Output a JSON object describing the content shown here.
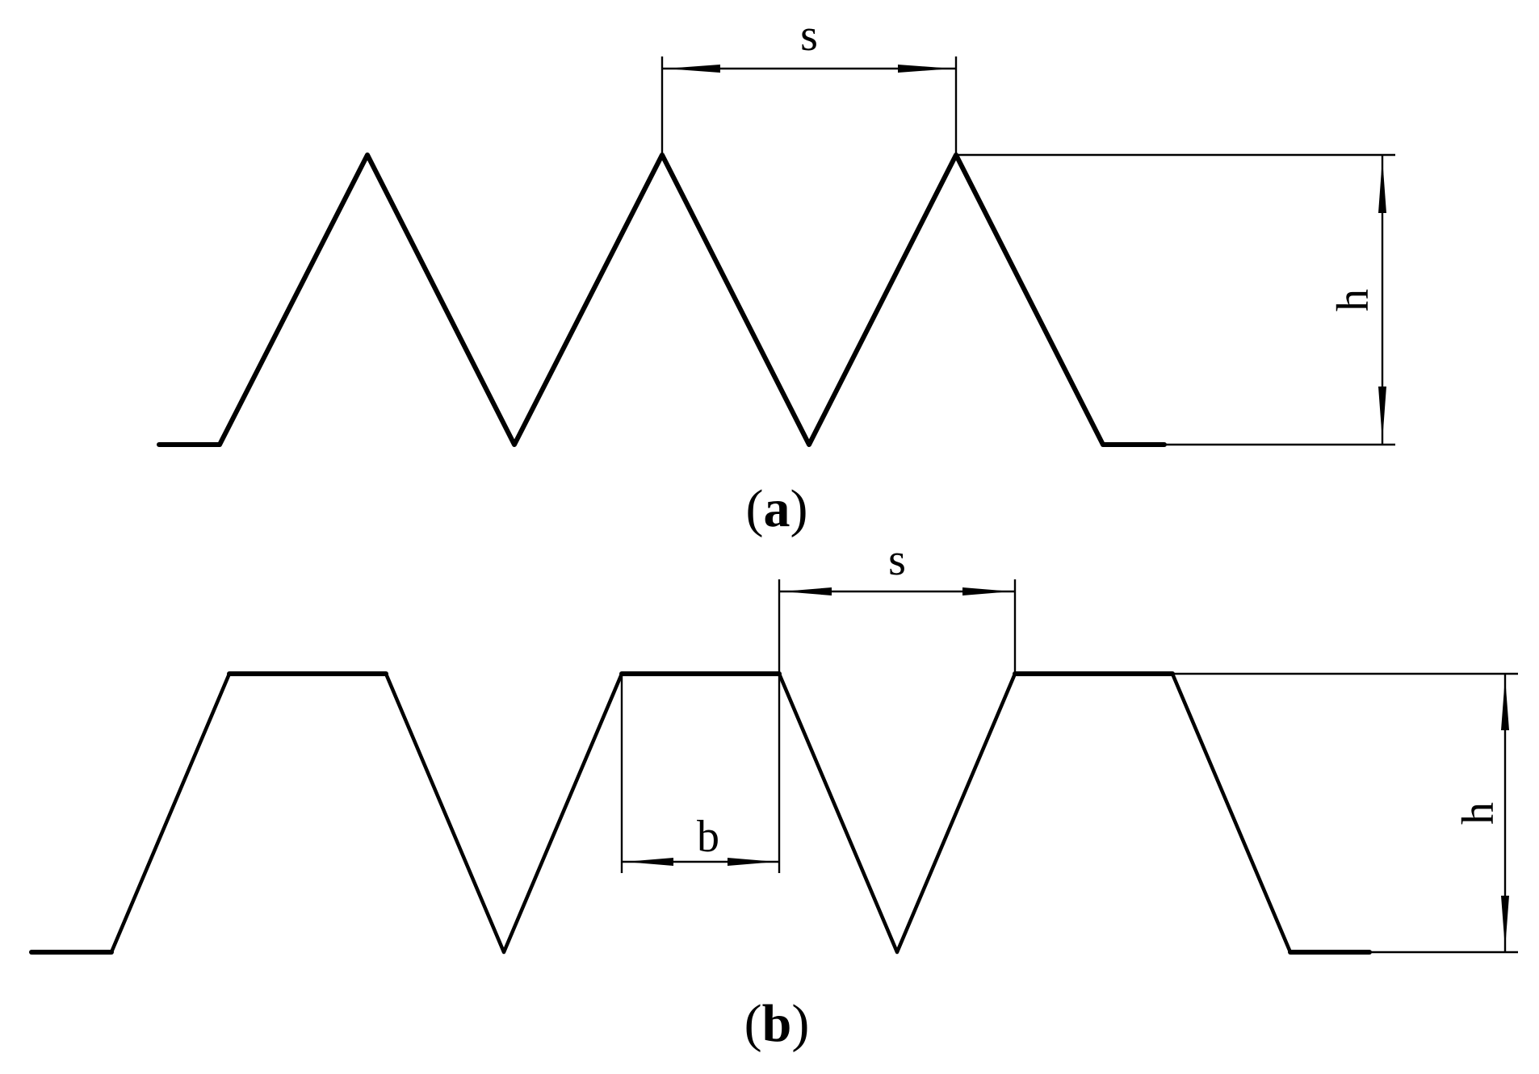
{
  "panels": [
    {
      "id": "a",
      "caption": {
        "open": "(",
        "letter": "a",
        "close": ")"
      },
      "dimensions": {
        "pitch_label": "s",
        "height_label": "h"
      }
    },
    {
      "id": "b",
      "caption": {
        "open": "(",
        "letter": "b",
        "close": ")"
      },
      "dimensions": {
        "pitch_label": "s",
        "height_label": "h",
        "flat_width_label": "b"
      }
    }
  ]
}
